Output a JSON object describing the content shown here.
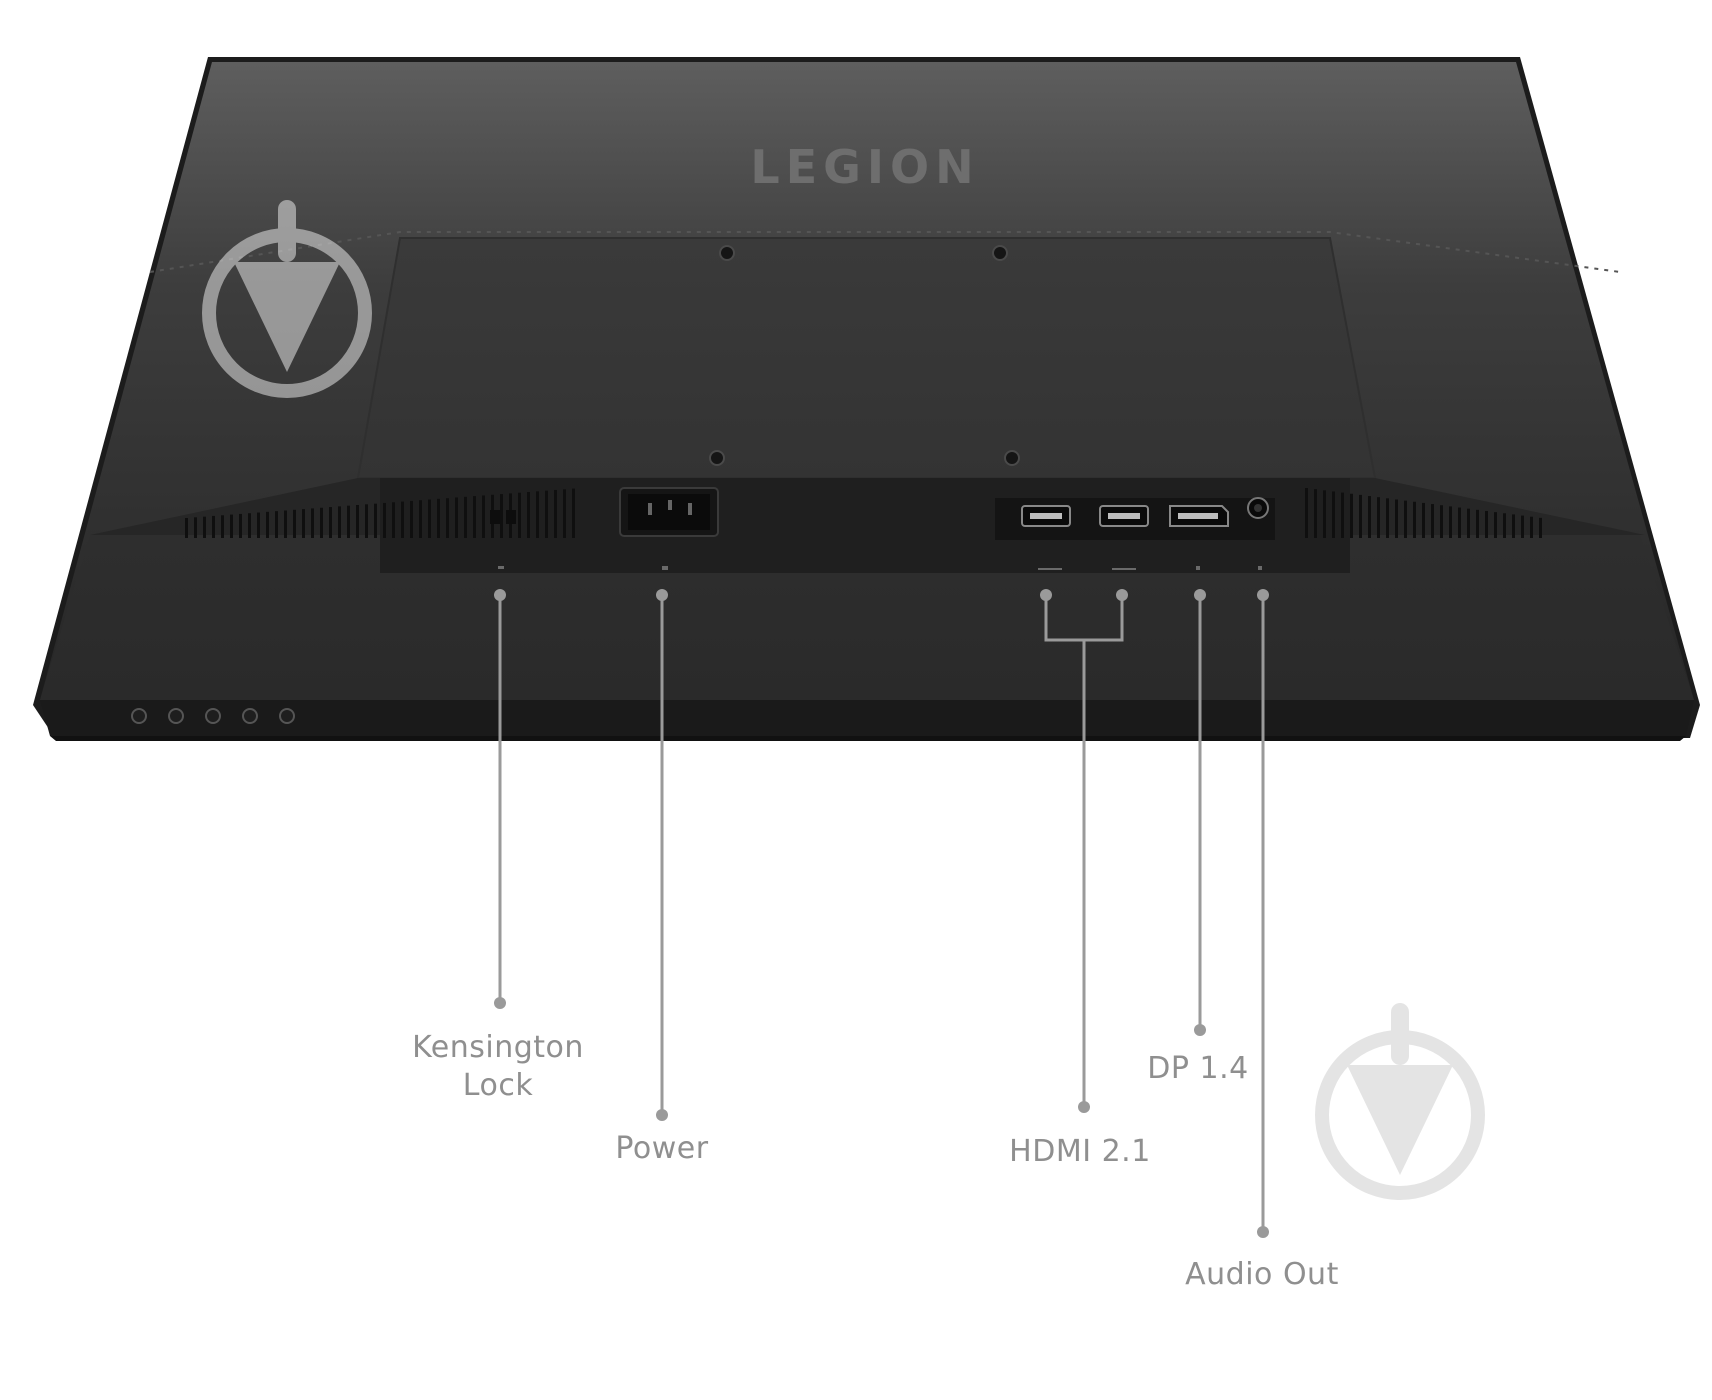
{
  "brand": {
    "logo_text": "LEGION"
  },
  "callouts": {
    "kensington_line1": "Kensington",
    "kensington_line2": "Lock",
    "power": "Power",
    "hdmi": "HDMI 2.1",
    "dp": "DP 1.4",
    "audio": "Audio Out"
  },
  "colors": {
    "monitor_body": "#2b2b2b",
    "monitor_panel": "#353535",
    "callout_line": "#9a9a9a",
    "callout_text": "#8f8f8f",
    "watermark": "#e2e2e2",
    "background": "#ffffff"
  },
  "icons": {
    "watermark": "download-arrow-circle-icon"
  }
}
